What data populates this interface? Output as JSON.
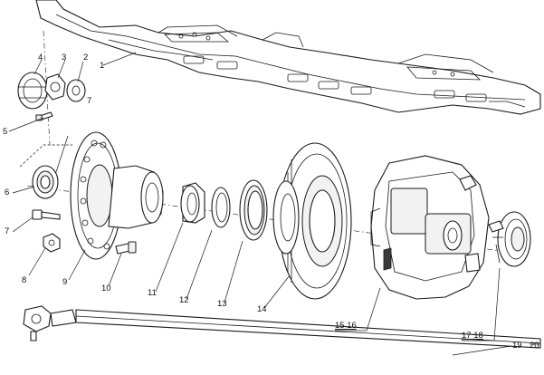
{
  "callouts": [
    {
      "id": "c1",
      "text": "1"
    },
    {
      "id": "c2",
      "text": "2"
    },
    {
      "id": "c3",
      "text": "3"
    },
    {
      "id": "c4",
      "text": "4"
    },
    {
      "id": "c5",
      "text": "5"
    },
    {
      "id": "c6",
      "text": "6"
    },
    {
      "id": "c7",
      "text": "7"
    },
    {
      "id": "c7b",
      "text": "7"
    },
    {
      "id": "c8",
      "text": "8"
    },
    {
      "id": "c9",
      "text": "9"
    },
    {
      "id": "c10",
      "text": "10"
    },
    {
      "id": "c11",
      "text": "11"
    },
    {
      "id": "c12",
      "text": "12"
    },
    {
      "id": "c13",
      "text": "13"
    },
    {
      "id": "c14",
      "text": "14"
    },
    {
      "id": "c15",
      "text": "15 16"
    },
    {
      "id": "c17",
      "text": "17 18"
    },
    {
      "id": "c19",
      "text": "19"
    },
    {
      "id": "c20",
      "text": "20"
    }
  ]
}
